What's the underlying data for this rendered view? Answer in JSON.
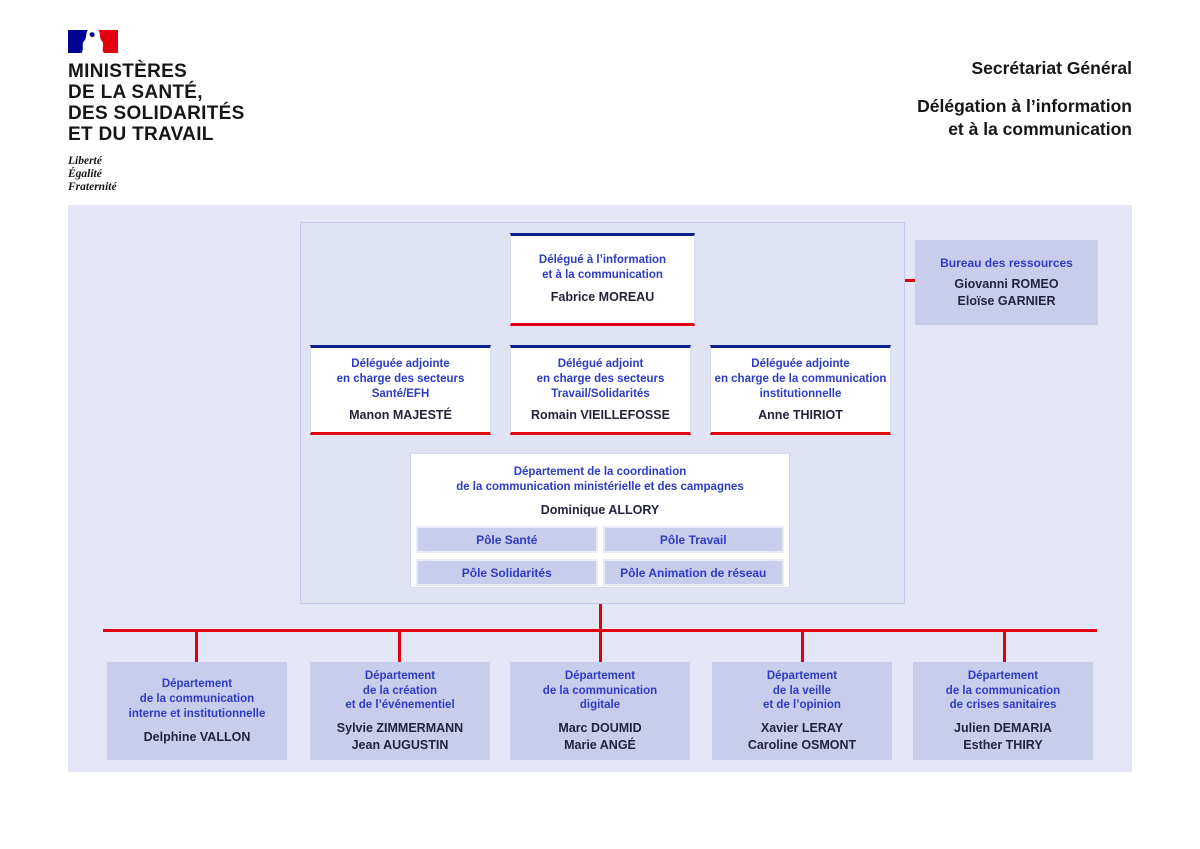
{
  "brand": {
    "ministry": "MINISTÈRES\nDE LA SANTÉ,\nDES SOLIDARITÉS\nET DU TRAVAIL",
    "motto": "Liberté\nÉgalité\nFraternité"
  },
  "header": {
    "secretariat": "Secrétariat Général",
    "delegation": "Délégation à l’information\net à la communication"
  },
  "org": {
    "head": {
      "title": "Délégué à l’information\net à la communication",
      "names": "Fabrice MOREAU"
    },
    "resources": {
      "title": "Bureau des ressources",
      "names": "Giovanni ROMEO\nEloïse GARNIER"
    },
    "deputies": [
      {
        "title": "Déléguée adjointe\nen charge des secteurs\nSanté/EFH",
        "names": "Manon MAJESTÉ"
      },
      {
        "title": "Délégué adjoint\nen charge des secteurs\nTravail/Solidarités",
        "names": "Romain VIEILLEFOSSE"
      },
      {
        "title": "Déléguée adjointe\nen charge de la communication\ninstitutionnelle",
        "names": "Anne THIRIOT"
      }
    ],
    "coordination": {
      "title": "Département de la coordination\nde la communication ministérielle et des campagnes",
      "names": "Dominique ALLORY",
      "poles": [
        "Pôle Santé",
        "Pôle Travail",
        "Pôle Solidarités",
        "Pôle Animation de réseau"
      ]
    },
    "departments": [
      {
        "title": "Département\nde la communication\ninterne et institutionnelle",
        "names": "Delphine VALLON"
      },
      {
        "title": "Département\nde la création\net de l’événementiel",
        "names": "Sylvie ZIMMERMANN\nJean AUGUSTIN"
      },
      {
        "title": "Département\nde la communication\ndigitale",
        "names": "Marc DOUMID\nMarie ANGÉ"
      },
      {
        "title": "Département\nde la veille\net de l’opinion",
        "names": "Xavier LERAY\nCaroline OSMONT"
      },
      {
        "title": "Département\nde la communication\nde crises sanitaires",
        "names": "Julien DEMARIA\nEsther THIRY"
      }
    ]
  },
  "colors": {
    "flag_blue": "#000091",
    "flag_red": "#e1000f",
    "title_blue": "#2d3cc4",
    "connector_red": "#e1000f",
    "panel_bg": "#e4e5f6",
    "tile_fill": "#c9cdec"
  }
}
